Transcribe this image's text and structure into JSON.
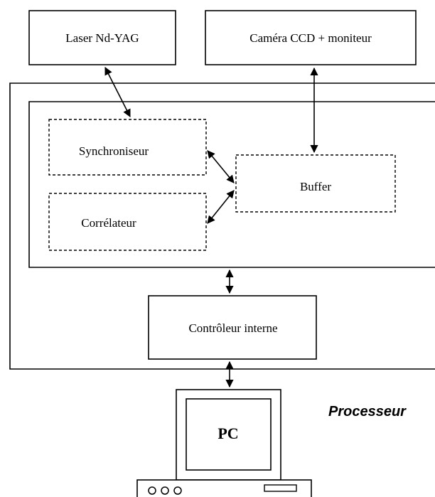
{
  "diagram": {
    "laser_label": "Laser Nd-YAG",
    "camera_label": "Caméra CCD + moniteur",
    "processor_label": "Processeur",
    "synchroniser_label": "Synchroniseur",
    "correlator_label": "Corrélateur",
    "buffer_label": "Buffer",
    "controller_label": "Contrôleur interne",
    "pc_label": "PC"
  },
  "colors": {
    "stroke": "#000000",
    "background": "#ffffff"
  }
}
